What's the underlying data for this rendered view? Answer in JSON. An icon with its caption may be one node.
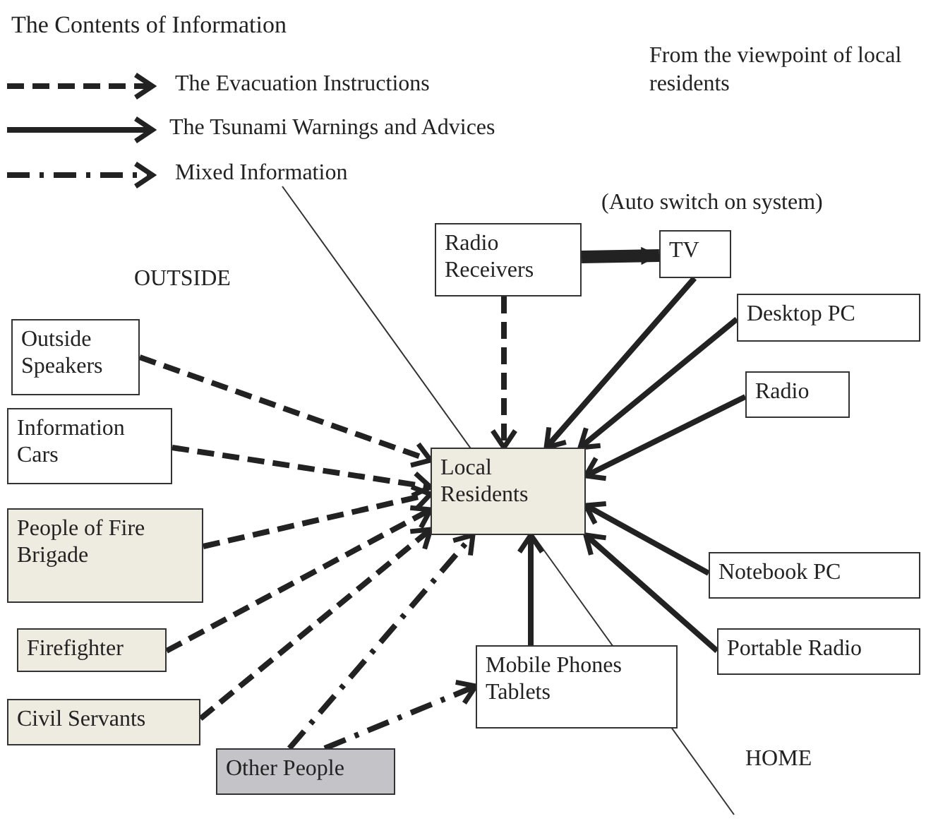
{
  "diagram": {
    "nodes": [
      {
        "text": [
          "Radio Receivers"
        ]
      },
      {
        "text": [
          "TV"
        ]
      },
      {
        "text": [
          "Desktop PC"
        ]
      },
      {
        "text": [
          "Outside Speakers"
        ]
      },
      {
        "text": [
          "Information Cars"
        ]
      },
      {
        "text": [
          "Local Residents"
        ]
      },
      {
        "text": [
          "Radio"
        ]
      },
      {
        "text": [
          "People of Fire Brigade"
        ]
      },
      {
        "text": [
          "Firefighter"
        ]
      },
      {
        "text": [
          "Notebook PC"
        ]
      },
      {
        "text": [
          "Civil Servants"
        ]
      },
      {
        "text": [
          "Mobile Phones Tablets"
        ]
      },
      {
        "text": [
          "Portable Radio"
        ]
      },
      {
        "text": [
          "Other People"
        ]
      }
    ],
    "edges": [
      {
        "from": 0,
        "to": 1,
        "arrow": "to",
        "style": "thick"
      },
      {
        "from": 0,
        "to": 5,
        "arrow": "to",
        "style": "dashed"
      },
      {
        "from": 1,
        "to": 5,
        "arrow": "to"
      },
      {
        "from": 2,
        "to": 5,
        "arrow": "to"
      },
      {
        "from": 3,
        "to": 5,
        "arrow": "to",
        "style": "dashed"
      },
      {
        "from": 4,
        "to": 5,
        "arrow": "to",
        "style": "dashed"
      },
      {
        "from": 6,
        "to": 5,
        "arrow": "to"
      },
      {
        "from": 7,
        "to": 5,
        "arrow": "to",
        "style": "dashed"
      },
      {
        "from": 8,
        "to": 5,
        "arrow": "to",
        "style": "dashed"
      },
      {
        "from": 9,
        "to": 5,
        "arrow": "to"
      },
      {
        "from": 10,
        "to": 5,
        "arrow": "to",
        "style": "dashed"
      },
      {
        "from": 11,
        "to": 5,
        "arrow": "to"
      },
      {
        "from": 12,
        "to": 5,
        "arrow": "to"
      },
      {
        "from": 13,
        "to": 5,
        "arrow": "to",
        "style": "dashed"
      },
      {
        "from": 13,
        "to": 11,
        "arrow": "to",
        "style": "dashed"
      }
    ],
    "labels": [
      "The Contents of Information",
      "From the viewpoint of local residents",
      "(Auto switch on system)",
      "OUTSIDE",
      "HOME"
    ],
    "legend": [
      {
        "text": "The Evacuation Instructions"
      },
      {
        "text": "The Tsunami Warnings and Advices"
      },
      {
        "text": "Mixed Information"
      }
    ]
  }
}
